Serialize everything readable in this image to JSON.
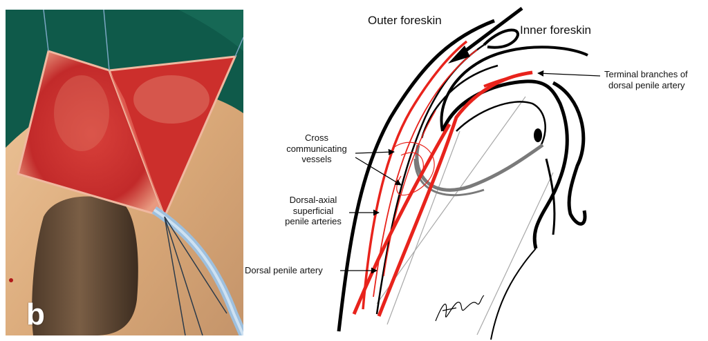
{
  "panel": {
    "letter": "b"
  },
  "labels": {
    "outer_foreskin": "Outer foreskin",
    "inner_foreskin": "Inner foreskin",
    "terminal_branches_line1": "Terminal branches of",
    "terminal_branches_line2": "dorsal penile artery",
    "cross_line1": "Cross",
    "cross_line2": "communicating",
    "cross_line3": "vessels",
    "dorsal_axial_line1": "Dorsal-axial",
    "dorsal_axial_line2": "superficial",
    "dorsal_axial_line3": "penile arteries",
    "dorsal_penile_artery": "Dorsal penile artery"
  },
  "colors": {
    "artery_red": "#e8231c",
    "outline_black": "#000000",
    "fold_grey": "#7a7a7a",
    "guide_grey": "#a8a8a8",
    "tissue_red": "#c8282a",
    "drape_green": "#0f5a4a",
    "skin": "#d9a878"
  },
  "signature_text": "H.Gergin"
}
